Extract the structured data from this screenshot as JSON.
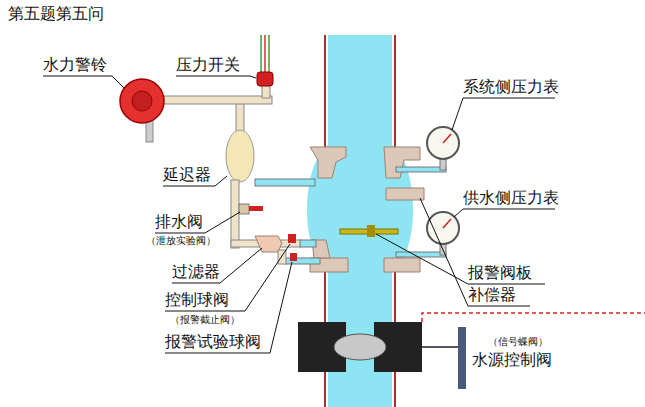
{
  "diagram": {
    "title": "第五题第五问",
    "labels": [
      "水力警铃",
      "压力开关",
      "系统侧压力表",
      "延迟器",
      "供水侧压力表",
      "排水阀",
      "（泄放实验阀）",
      "过滤器",
      "报警阀板",
      "控制球阀",
      "（报警截止阀）",
      "补偿器",
      "报警试验球阀",
      "（信号蝶阀）",
      "水源控制阀"
    ]
  }
}
